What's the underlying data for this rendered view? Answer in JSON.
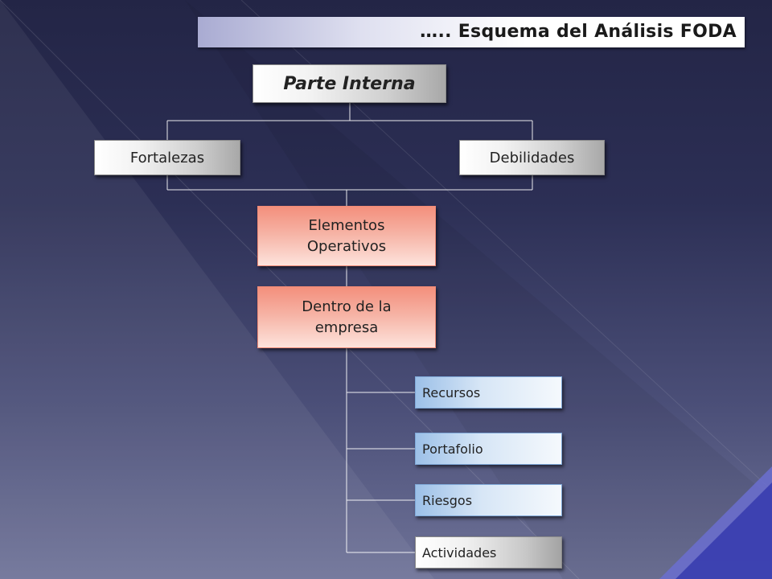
{
  "title": "….. Esquema del Análisis FODA",
  "top_node": "Parte Interna",
  "branches": [
    "Fortalezas",
    "Debilidades"
  ],
  "operational": [
    "Elementos",
    "Operativos"
  ],
  "inside": [
    "Dentro de la",
    "empresa"
  ],
  "items": [
    "Recursos",
    "Portafolio",
    "Riesgos",
    "Actividades"
  ],
  "colors": {
    "background": "#2c2f55",
    "gray_box": "#cfcfcf",
    "peach_box": "#f6b2a4",
    "blue_box": "#d7e6f6",
    "connector": "#ffffff"
  }
}
